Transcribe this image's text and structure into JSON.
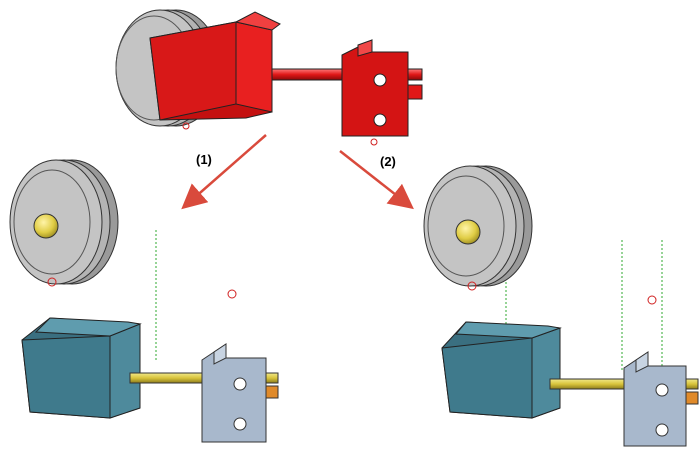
{
  "diagram": {
    "variants": [
      {
        "id": "1",
        "label": "(1)"
      },
      {
        "id": "2",
        "label": "(2)"
      }
    ],
    "colors": {
      "highlight": "#e01818",
      "wheel": "#c4c4c4",
      "bracket": "#3f7a8c",
      "plate": "#a8b8cc",
      "shaft": "#d9c43c",
      "arrow": "#d94a3c",
      "guide": "#2fa82f"
    },
    "icons": [
      "wheel-icon",
      "bracket-icon",
      "shaft-icon",
      "plate-icon",
      "arrow-icon"
    ]
  }
}
